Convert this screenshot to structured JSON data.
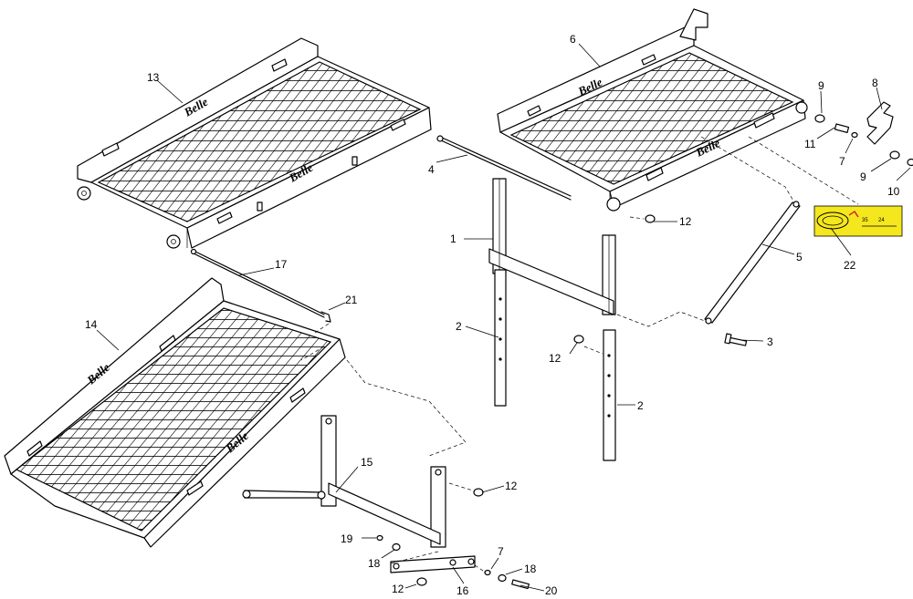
{
  "brand_text": "Belle",
  "decal": {
    "color": "#f5e71d",
    "text_a": "35",
    "text_b": "24"
  },
  "labels": {
    "l1": "1",
    "l2a": "2",
    "l2b": "2",
    "l3": "3",
    "l4": "4",
    "l5": "5",
    "l6": "6",
    "l7a": "7",
    "l7b": "7",
    "l8": "8",
    "l9a": "9",
    "l9b": "9",
    "l10": "10",
    "l11": "11",
    "l12a": "12",
    "l12b": "12",
    "l12c": "12",
    "l12d": "12",
    "l13": "13",
    "l14": "14",
    "l15": "15",
    "l16": "16",
    "l17": "17",
    "l18a": "18",
    "l18b": "18",
    "l19": "19",
    "l20": "20",
    "l21": "21",
    "l22": "22"
  }
}
